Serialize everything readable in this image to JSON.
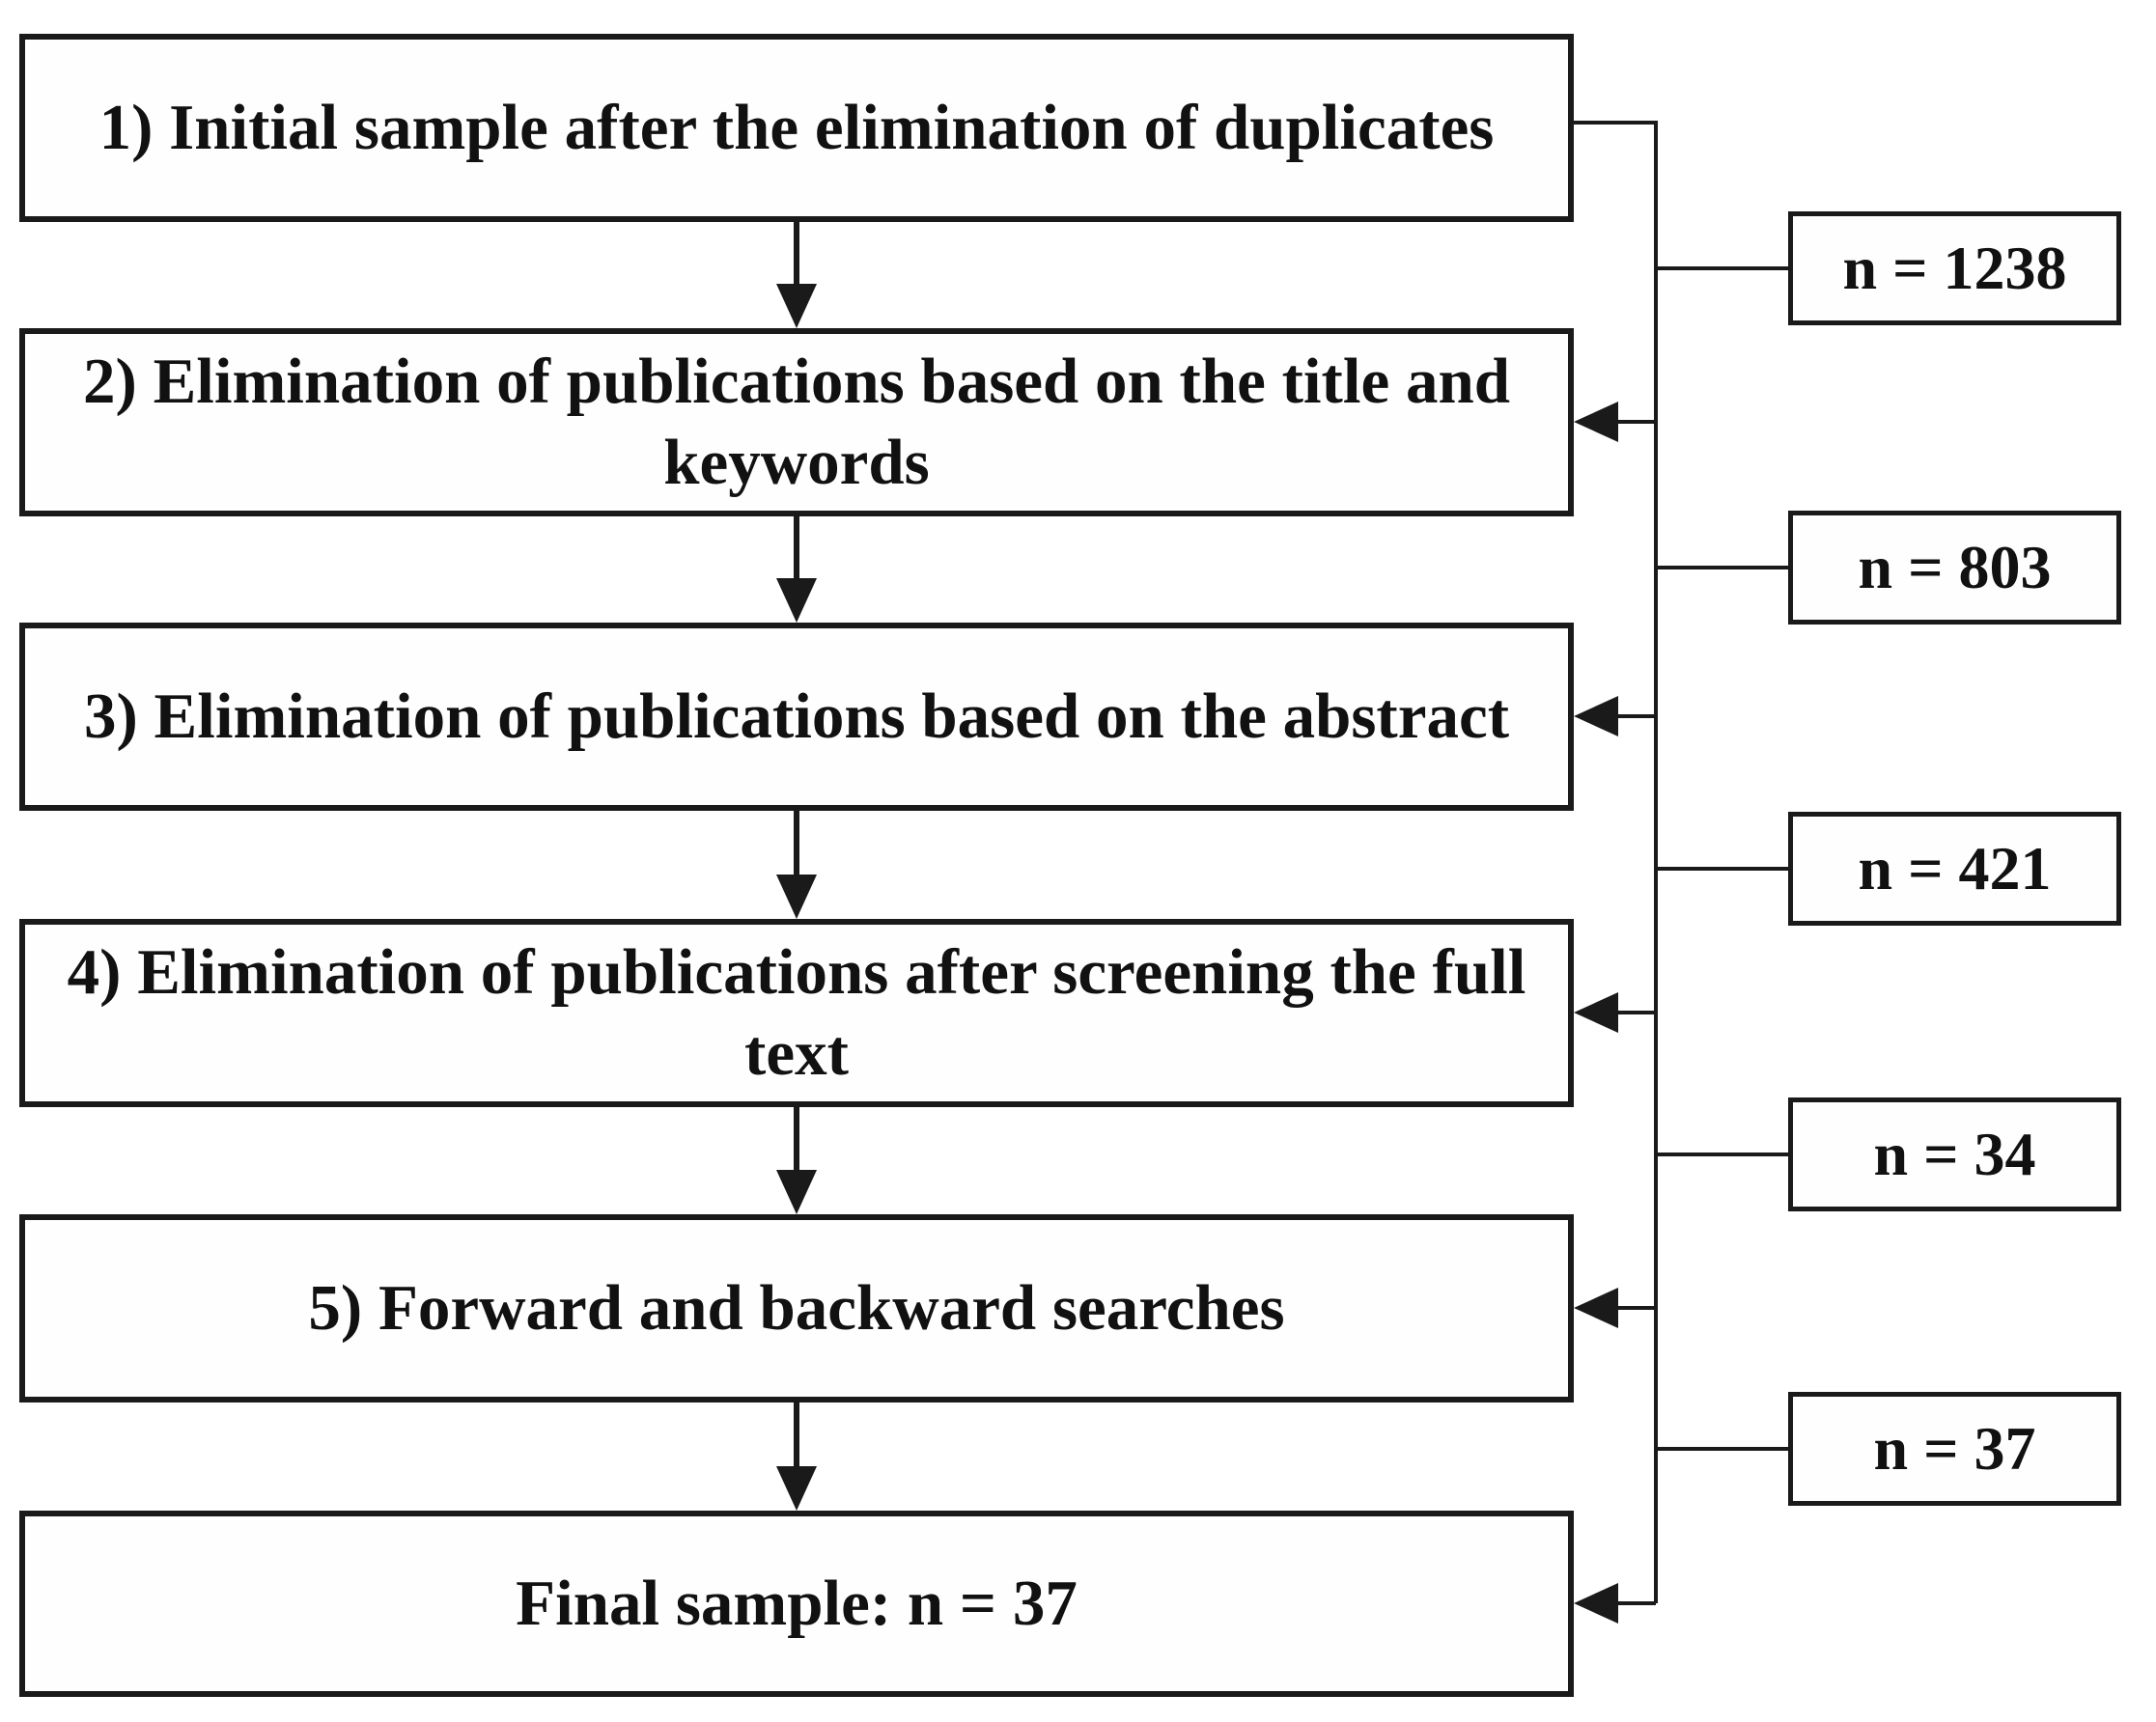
{
  "flowchart": {
    "steps": [
      {
        "label": "1) Initial sample after the elimination of duplicates"
      },
      {
        "label": "2) Elimination of publications based on the title and\nkeywords"
      },
      {
        "label": "3) Elimination of publications based on the abstract"
      },
      {
        "label": "4) Elimination of publications after screening the full\ntext"
      },
      {
        "label": "5) Forward and backward searches"
      },
      {
        "label": "Final sample: n = 37"
      }
    ],
    "counts": [
      {
        "label": "n = 1238",
        "value": 1238
      },
      {
        "label": "n = 803",
        "value": 803
      },
      {
        "label": "n = 421",
        "value": 421
      },
      {
        "label": "n = 34",
        "value": 34
      },
      {
        "label": "n = 37",
        "value": 37
      }
    ],
    "colors": {
      "line": "#1a1a1a",
      "box_background": "#fefefe",
      "page_background": "#ffffff",
      "text": "#111111"
    }
  }
}
